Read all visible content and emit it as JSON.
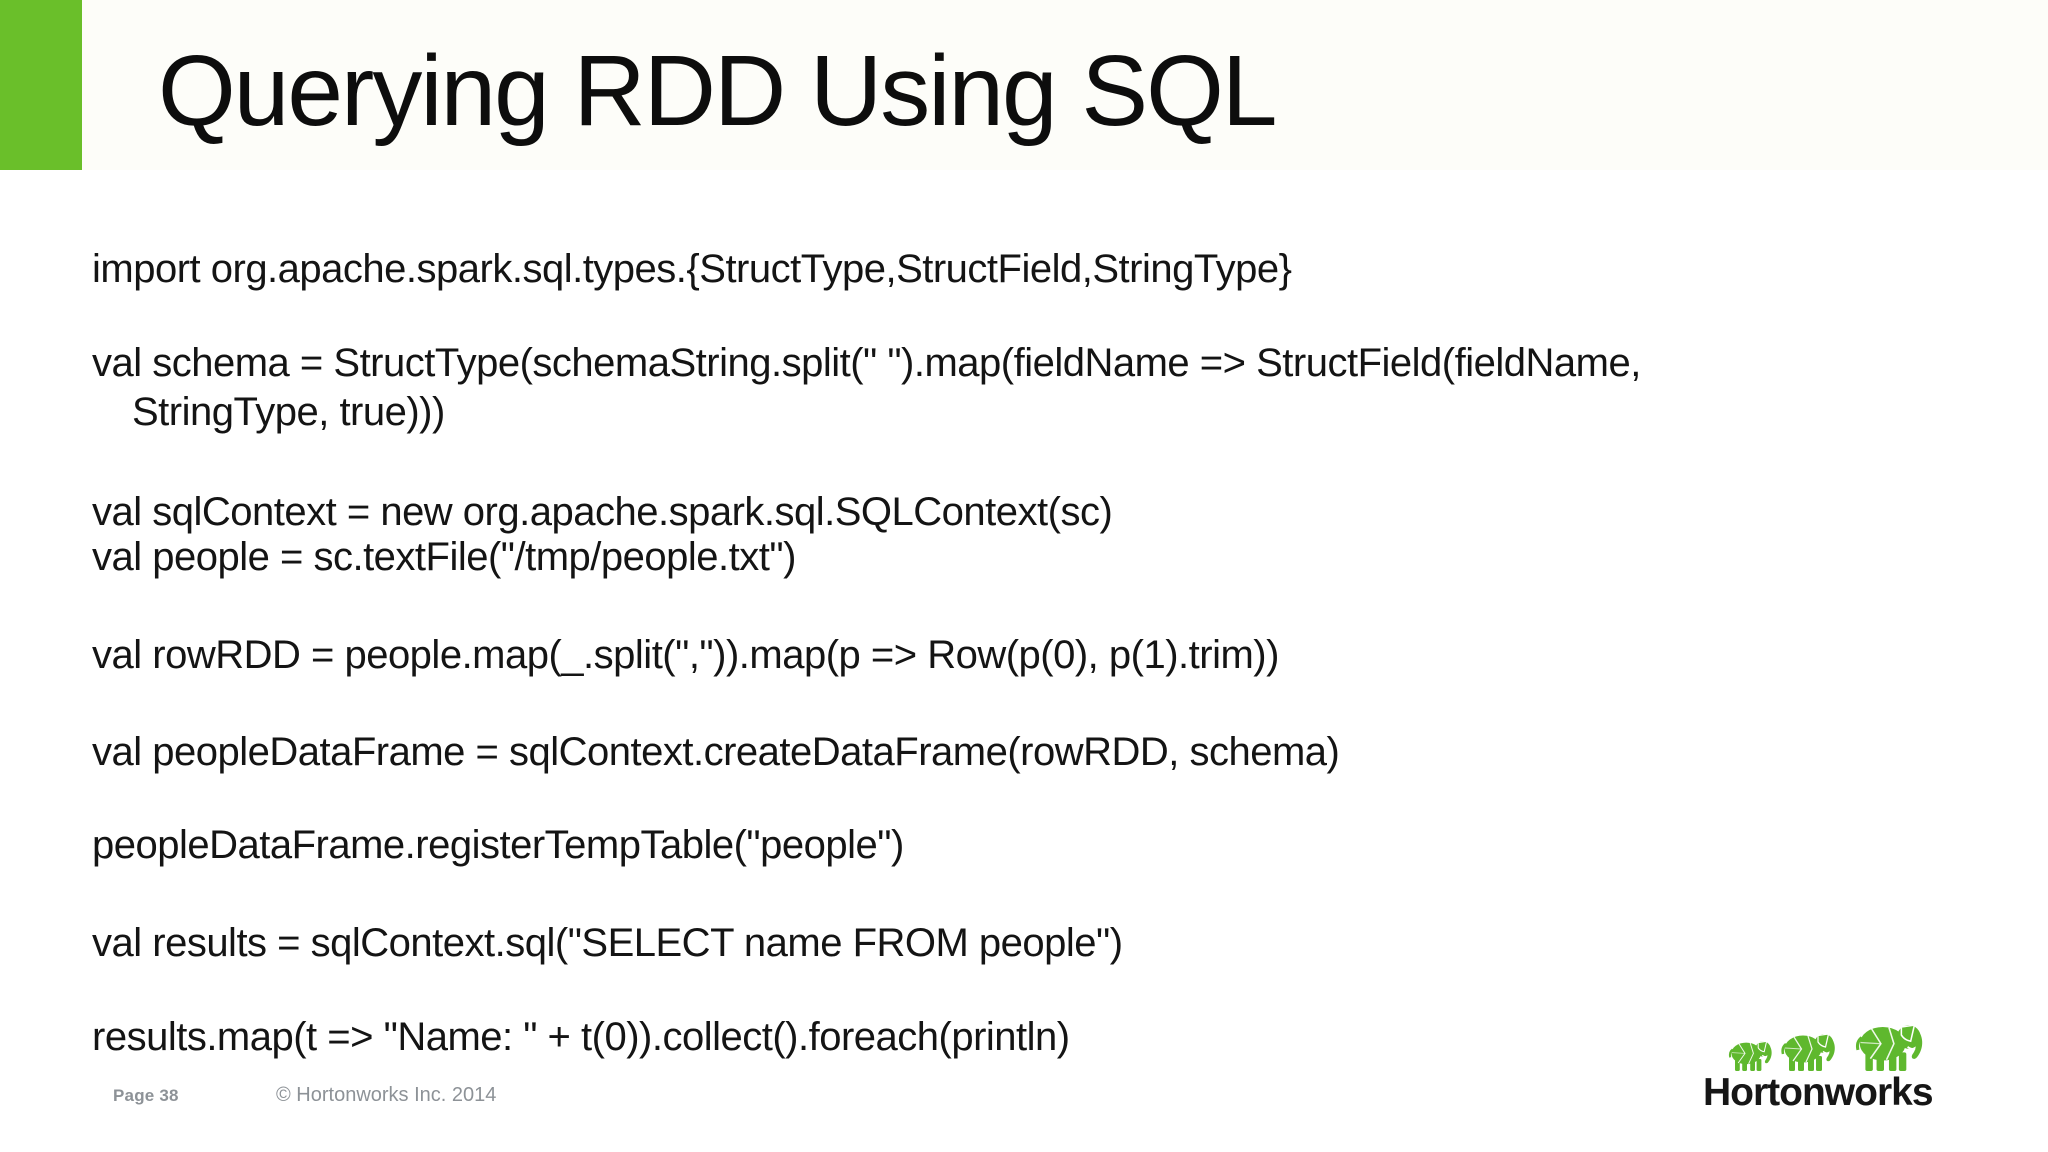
{
  "slide": {
    "title": "Querying RDD Using SQL",
    "code_lines": [
      "import org.apache.spark.sql.types.{StructType,StructField,StringType}",
      "val schema = StructType(schemaString.split(\" \").map(fieldName => StructField(fieldName,",
      "StringType, true)))",
      "val sqlContext = new org.apache.spark.sql.SQLContext(sc)",
      "val people = sc.textFile(\"/tmp/people.txt\")",
      "val rowRDD = people.map(_.split(\",\")).map(p => Row(p(0), p(1).trim))",
      "val peopleDataFrame = sqlContext.createDataFrame(rowRDD, schema)",
      "peopleDataFrame.registerTempTable(\"people\")",
      "val results = sqlContext.sql(\"SELECT name FROM people\")",
      "results.map(t => \"Name: \" + t(0)).collect().foreach(println)"
    ],
    "footer": {
      "page_label": "Page 38",
      "copyright": "© Hortonworks Inc. 2014"
    },
    "logo": {
      "wordmark": "Hortonworks"
    },
    "colors": {
      "accent_green": "#6abf2a",
      "logo_elephant_green": "#5fb82e",
      "footer_gray": "#8d9297",
      "text_black": "#141414"
    }
  }
}
